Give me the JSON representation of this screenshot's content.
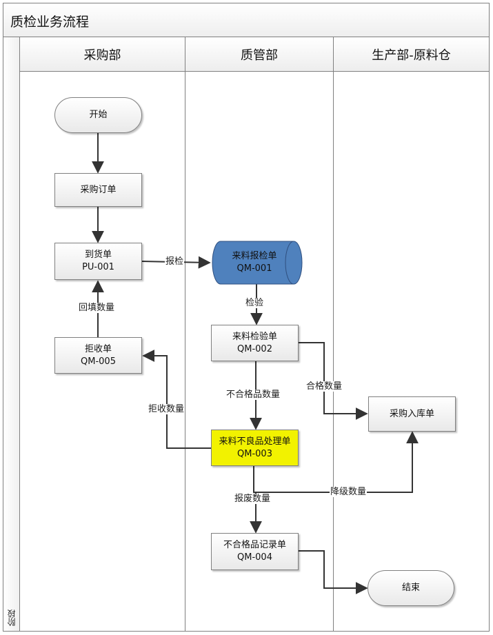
{
  "title": "质检业务流程",
  "stage_label": "阶段",
  "lanes": [
    "采购部",
    "质管部",
    "生产部-原料仓"
  ],
  "nodes": {
    "start": "开始",
    "purchase_order": "采购订单",
    "arrival": {
      "name": "到货单",
      "code": "PU-001"
    },
    "reject": {
      "name": "拒收单",
      "code": "QM-005"
    },
    "inspect_request": {
      "name": "来料报检单",
      "code": "QM-001"
    },
    "inspect": {
      "name": "来料检验单",
      "code": "QM-002"
    },
    "defect_handle": {
      "name": "来料不良品处理单",
      "code": "QM-003"
    },
    "nonconform_record": {
      "name": "不合格品记录单",
      "code": "QM-004"
    },
    "warehouse_in": "采购入库单",
    "end": "结束"
  },
  "edge_labels": {
    "report_inspect": "报检",
    "inspect": "检验",
    "backfill_qty": "回填数量",
    "defect_qty": "不合格品数量",
    "pass_qty": "合格数量",
    "reject_qty": "拒收数量",
    "downgrade_qty": "降级数量",
    "scrap_qty": "报废数量"
  },
  "colors": {
    "line": "#333333",
    "border": "#7f7f7f",
    "db_fill": "#4f81bd",
    "highlight": "#f2f200"
  }
}
